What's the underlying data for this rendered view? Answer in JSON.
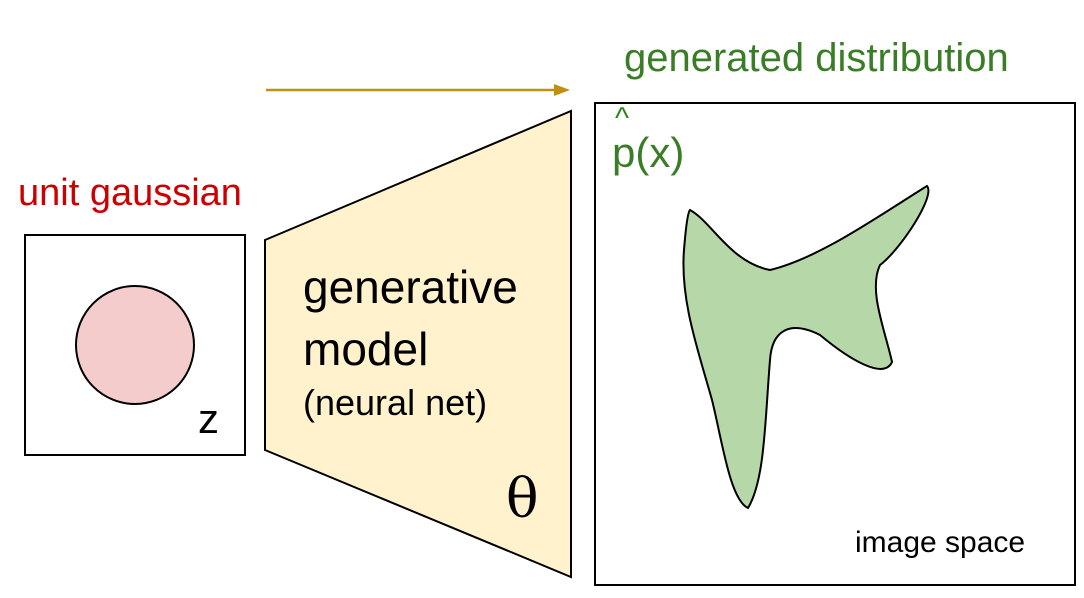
{
  "labels": {
    "generated_distribution": "generated distribution",
    "unit_gaussian": "unit gaussian",
    "model_line1": "generative",
    "model_line2": "model",
    "model_line3": "(neural net)",
    "theta": "θ",
    "z": "z",
    "p_hat_caret": "^",
    "p_hat": "p(x)",
    "image_space": "image space"
  },
  "colors": {
    "green": "#3a7d27",
    "red": "#cc0000",
    "arrow": "#c09010",
    "pink_fill": "#f4cccc",
    "trapezoid_fill": "#fff2cc",
    "blob_fill": "#b6d7a8"
  }
}
